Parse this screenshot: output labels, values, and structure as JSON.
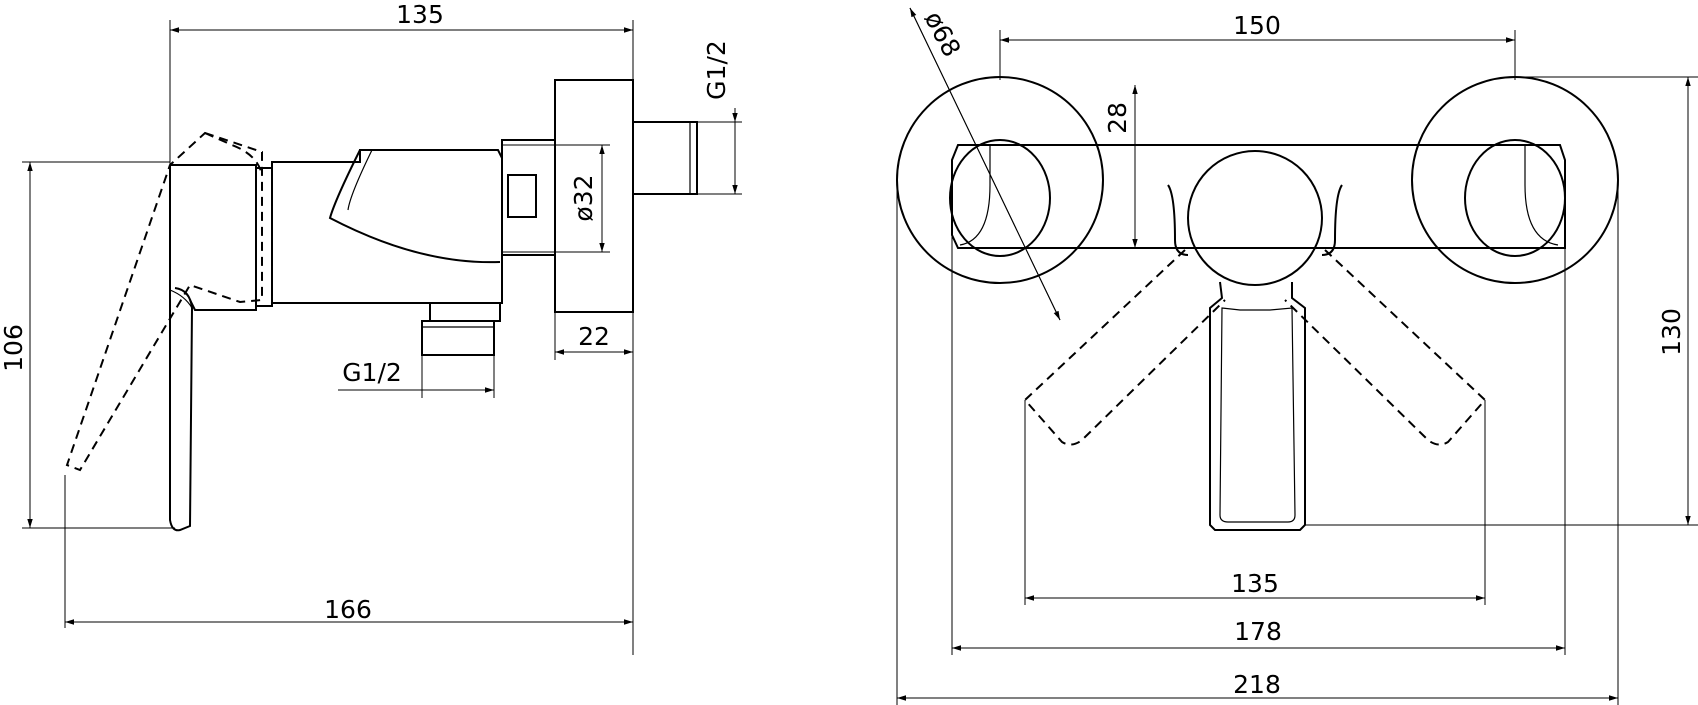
{
  "side_view": {
    "width_top": "135",
    "height": "106",
    "width_bottom": "166",
    "diameter_body": "ø32",
    "thread_side": "G1/2",
    "thread_bottom": "G1/2",
    "flange_depth": "22"
  },
  "front_view": {
    "diameter_flange": "ø68",
    "centers": "150",
    "body_height": "28",
    "total_height": "130",
    "lever_sweep": "135",
    "body_width": "178",
    "total_width": "218"
  },
  "colors": {
    "line": "#000000",
    "background": "#ffffff"
  }
}
